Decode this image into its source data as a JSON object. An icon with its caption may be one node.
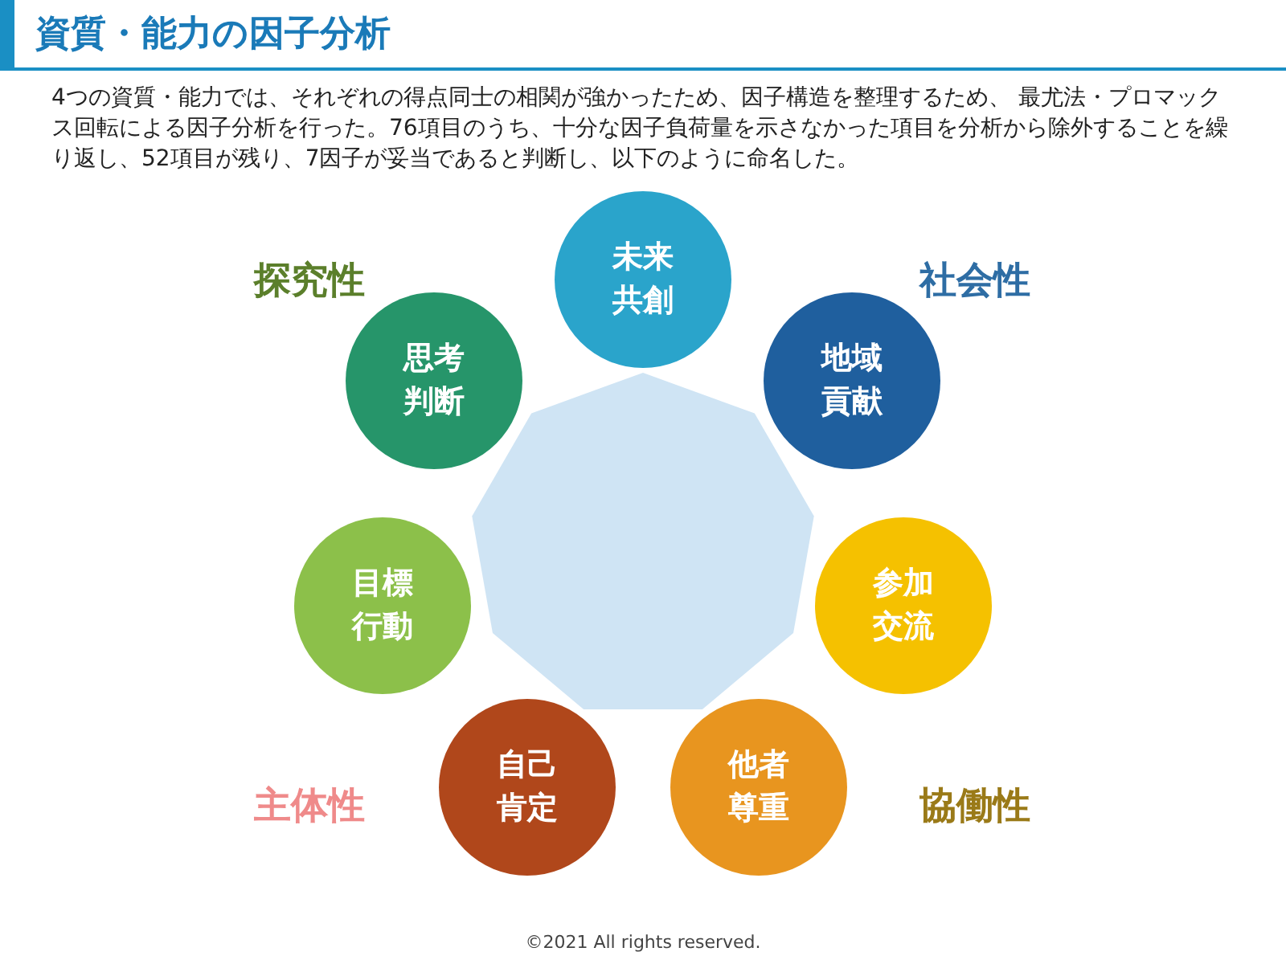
{
  "diagram": {
    "title": "資質・能力の因子分析",
    "caption": "©2021 All rights reserved.",
    "nodes": [
      {
        "text": [],
        "shape": "nonagon"
      },
      {
        "text": [
          "未来共創"
        ]
      },
      {
        "text": [
          "地域貢献"
        ]
      },
      {
        "text": [
          "参加交流"
        ]
      },
      {
        "text": [
          "他者尊重"
        ]
      },
      {
        "text": [
          "自己肯定"
        ]
      },
      {
        "text": [
          "目標行動"
        ]
      },
      {
        "text": [
          "思考判断"
        ]
      }
    ],
    "edges": [],
    "labels": [
      "4つの資質・能力では、それぞれの得点同士の相関が強かったため、因子構造を整理するため、 最尤法・プロマックス回転による因子分析を行った。76項目のうち、十分な因子負荷量を示さなかった項目を分析から除外することを繰り返し、52項目が残り、7因子が妥当であると判断し、以下のように命名した。",
      "探究性",
      "社会性",
      "主体性",
      "協働性"
    ]
  }
}
